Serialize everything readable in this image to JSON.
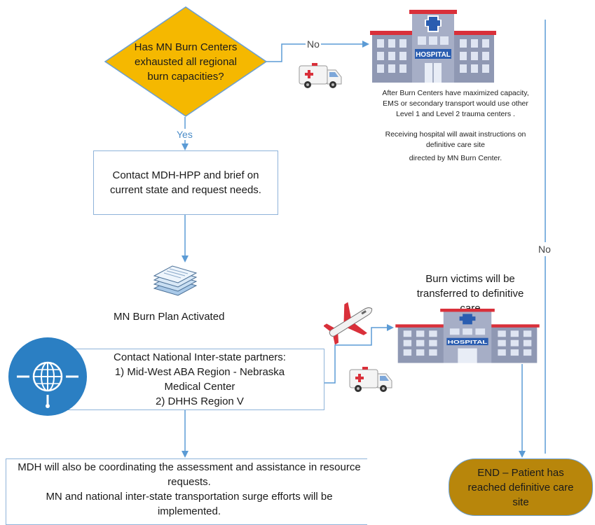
{
  "decision": {
    "text": "Has MN Burn Centers exhausted all regional burn capacities?"
  },
  "labels": {
    "no_top": "No",
    "yes": "Yes",
    "no_right": "No"
  },
  "hospital_note": {
    "line1": "After Burn Centers have maximized capacity, EMS or secondary transport would use other Level 1 and Level 2 trauma centers .",
    "line2": "Receiving hospital will await instructions on definitive care site",
    "line3": "directed by MN Burn Center."
  },
  "contact_box": {
    "text": "Contact MDH-HPP and brief on current state and request needs."
  },
  "burn_plan": {
    "text": "MN Burn Plan Activated"
  },
  "national": {
    "line1": "Contact National Inter-state partners:",
    "line2": "1) Mid-West ABA Region - Nebraska",
    "line3": "Medical Center",
    "line4": "2) DHHS Region V"
  },
  "victims": {
    "text": "Burn victims will be transferred to definitive care"
  },
  "mdh_box": {
    "line1": "MDH will also be coordinating the assessment and assistance in resource requests.",
    "line2": "MN and national inter-state transportation surge efforts will be implemented."
  },
  "end": {
    "text": "END – Patient has reached  definitive care site"
  },
  "hospital_sign": "HOSPITAL",
  "colors": {
    "decision_fill": "#f5b800",
    "end_fill": "#b8860b",
    "line": "#5b9bd5",
    "globe": "#2b7fc3",
    "hospital_roof": "#d9303a",
    "hospital_body": "#8f98b3"
  },
  "icons": [
    "hospital-icon",
    "ambulance-icon",
    "documents-icon",
    "airplane-icon",
    "globe-icon"
  ]
}
